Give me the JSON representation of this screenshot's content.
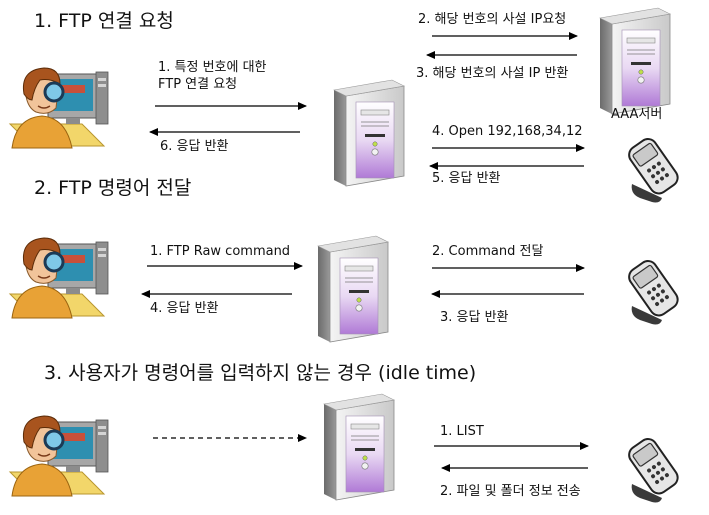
{
  "sections": [
    {
      "title": "1. FTP 연결 요청",
      "labels": {
        "request_line1": "1. 특정 번호에 대한",
        "request_line2": "FTP 연결 요청",
        "response": "6. 응답 반환",
        "aaa_query": "2. 해당 번호의 사설 IP요청",
        "aaa_reply": "3. 해당 번호의 사설 IP 반환",
        "open": "4. Open 192,168,34,12",
        "phone_reply": "5. 응답 반환",
        "aaa_server": "AAA서버"
      }
    },
    {
      "title": "2. FTP 명령어 전달",
      "labels": {
        "raw_command": "1. FTP Raw command",
        "command_forward": "2. Command 전달",
        "phone_reply": "3. 응답 반환",
        "client_reply": "4. 응답 반환"
      }
    },
    {
      "title": "3. 사용자가 명령어를 입력하지 않는 경우 (idle time)",
      "labels": {
        "list": "1. LIST",
        "transfer": "2. 파일 및 폴더 정보 전송"
      }
    }
  ],
  "icons": {
    "user": "user-at-computer-icon",
    "server": "tower-server-icon",
    "phone": "mobile-phone-icon"
  },
  "colors": {
    "arrow": "#000000",
    "server_body": "#cfcfcf",
    "server_accent": "#b07ad6",
    "phone_body": "#e8e8e8"
  }
}
